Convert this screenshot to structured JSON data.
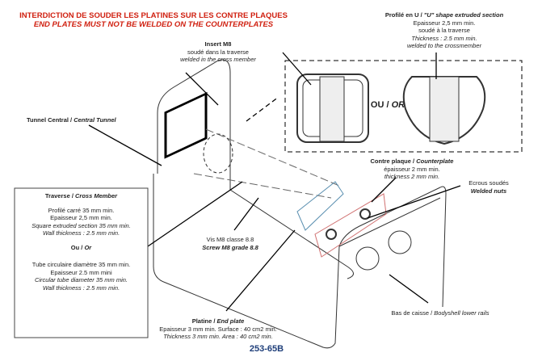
{
  "title": {
    "fr": "INTERDICTION DE SOUDER LES PLATINES SUR LES CONTRE PLAQUES",
    "en": "END PLATES MUST NOT BE WELDED ON THE COUNTERPLATES"
  },
  "u_profile": {
    "heading_fr": "Profilé en U /",
    "heading_en": "\"U\" shape extruded section",
    "lines": [
      "Epaisseur 2,5 mm min.",
      "soudé à la traverse",
      "Thickness : 2.5 mm min.",
      "welded to the crossmember"
    ]
  },
  "insert": {
    "heading": "Insert M8",
    "fr": "soudé dans la traverse",
    "en": "welded in the cross member"
  },
  "or_label": {
    "fr": "OU /",
    "en": "OR"
  },
  "tunnel": {
    "fr": "Tunnel Central /",
    "en": "Central Tunnel"
  },
  "cross_member": {
    "heading_fr": "Traverse /",
    "heading_en": "Cross Member",
    "block1": [
      "Profilé carré 35 mm min.",
      "Epaisseur 2,5 mm min.",
      "Square extruded section 35 mm min.",
      "Wall thickness : 2.5 mm min."
    ],
    "or_fr": "Ou /",
    "or_en": "Or",
    "block2": [
      "Tube circulaire diamètre 35 mm min.",
      "Epaisseur 2.5 mm mini",
      "Circular tube diameter 35 mm min.",
      "Wall thickness : 2.5 mm min."
    ]
  },
  "screw": {
    "fr": "Vis M8 classe 8.8",
    "en": "Screw M8 grade 8.8"
  },
  "counterplate": {
    "heading_fr": "Contre plaque /",
    "heading_en": "Counterplate",
    "fr": "épaisseur 2 mm min.",
    "en": "thickness 2 mm min."
  },
  "nuts": {
    "fr": "Ecrous soudés",
    "en": "Welded nuts"
  },
  "lower_rails": {
    "fr": "Bas de caisse /",
    "en": "Bodyshell lower rails"
  },
  "end_plate": {
    "heading_fr": "Platine /",
    "heading_en": "End plate",
    "fr": "Epaisseur 3 mm min. Surface : 40 cm2 min.",
    "en": "Thickness 3 mm min. Area : 40 cm2 min."
  },
  "reference": "253-65B",
  "colors": {
    "title": "#d02010",
    "reference": "#1f3f7a",
    "plate": "#5a8fb0",
    "counterplate": "#d07070"
  }
}
